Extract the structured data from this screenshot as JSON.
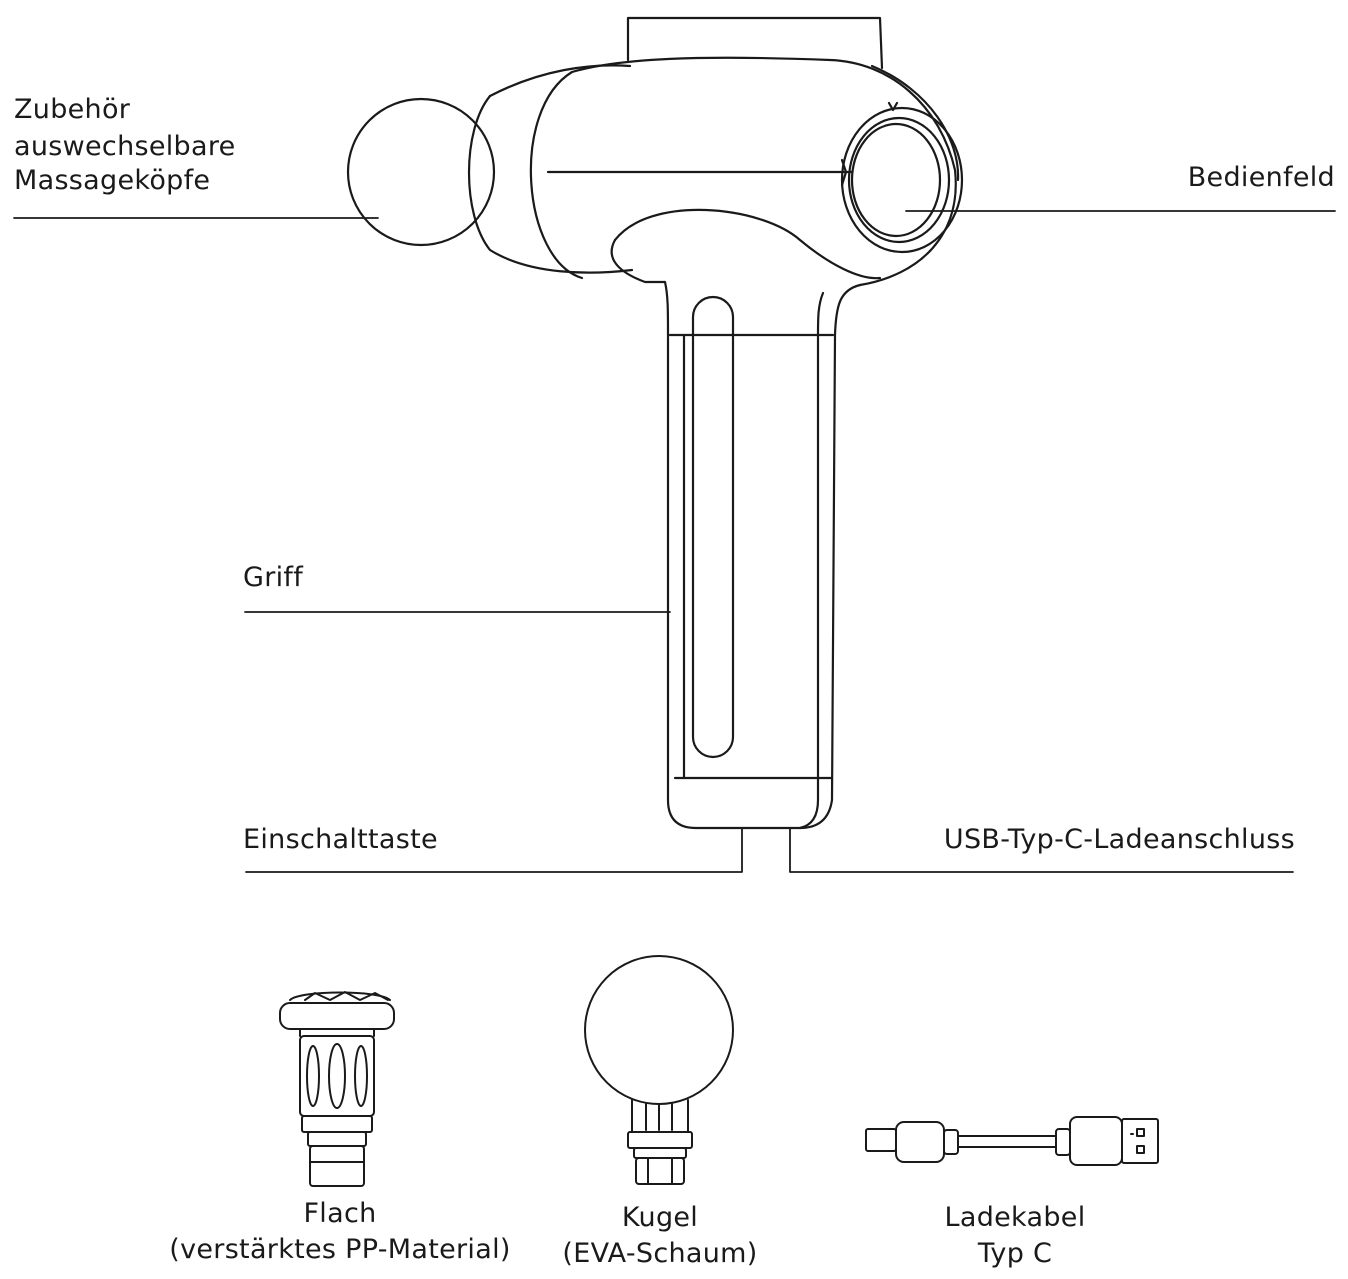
{
  "labels": {
    "attachments_line1": "Zubehör",
    "attachments_line2": "auswechselbare",
    "attachments_line3": "Massageköpfe",
    "control_panel": "Bedienfeld",
    "grip": "Griff",
    "power_button": "Einschalttaste",
    "usb_port": "USB-Typ-C-Ladeanschluss"
  },
  "accessories": [
    {
      "line1": "Flach",
      "line2": "(verstärktes PP-Material)"
    },
    {
      "line1": "Kugel",
      "line2": "(EVA-Schaum)"
    },
    {
      "line1": "Ladekabel",
      "line2": "Typ C"
    }
  ],
  "colors": {
    "stroke": "#1a1a1a",
    "background": "#ffffff"
  }
}
